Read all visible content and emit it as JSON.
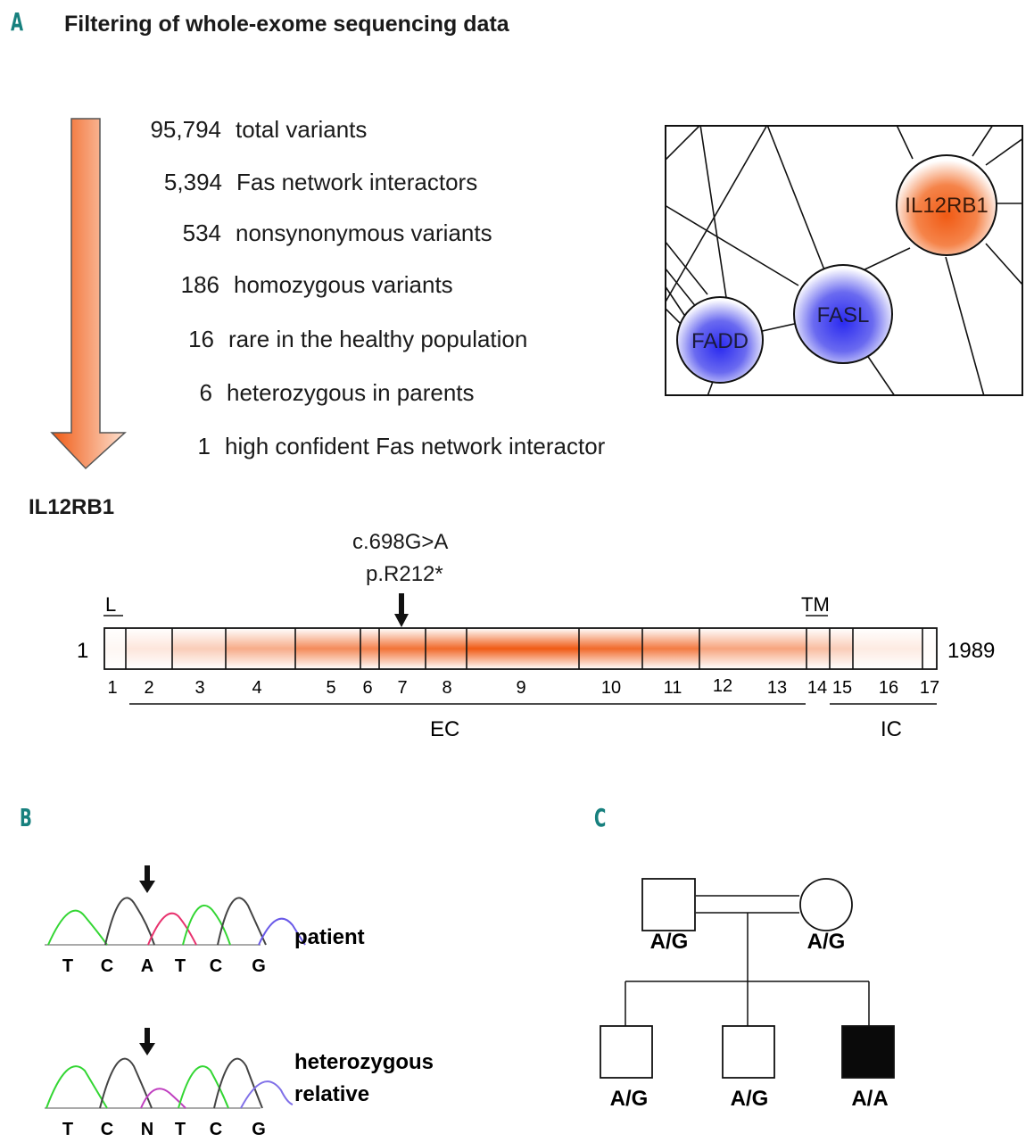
{
  "panelA": {
    "letter": "A",
    "title": "Filtering of whole-exome sequencing data",
    "steps": [
      {
        "count": "95,794",
        "label": "total variants"
      },
      {
        "count": "5,394",
        "label": "Fas network interactors"
      },
      {
        "count": "534",
        "label": "nonsynonymous variants"
      },
      {
        "count": "186",
        "label": "homozygous variants"
      },
      {
        "count": "16",
        "label": "rare in the healthy population"
      },
      {
        "count": "6",
        "label": "heterozygous in parents"
      },
      {
        "count": "1",
        "label": "high confident Fas network interactor"
      }
    ],
    "arrow_color": "#f4733a",
    "network": {
      "nodes": [
        {
          "label": "IL12RB1",
          "color": "#f05a14"
        },
        {
          "label": "FASL",
          "color": "#3a3ae8"
        },
        {
          "label": "FADD",
          "color": "#3a3ae8"
        }
      ]
    },
    "gene": {
      "name": "IL12RB1",
      "mutation_cdna": "c.698G>A",
      "mutation_protein": "p.R212*",
      "start_label": "1",
      "end_label": "1989",
      "exons": [
        "1",
        "2",
        "3",
        "4",
        "5",
        "6",
        "7",
        "8",
        "9",
        "10",
        "11",
        "12",
        "13",
        "14",
        "15",
        "16",
        "17"
      ],
      "mutation_exon": "7",
      "domains": {
        "L": "L",
        "TM": "TM",
        "EC": "EC",
        "IC": "IC"
      }
    }
  },
  "panelB": {
    "letter": "B",
    "traces": [
      {
        "label_lines": [
          "patient"
        ],
        "bases": [
          "T",
          "C",
          "A",
          "T",
          "C",
          "G"
        ]
      },
      {
        "label_lines": [
          "heterozygous",
          "relative"
        ],
        "bases": [
          "T",
          "C",
          "N",
          "T",
          "C",
          "G"
        ]
      }
    ]
  },
  "panelC": {
    "letter": "C",
    "parents": [
      {
        "sex": "male",
        "genotype": "A/G",
        "affected": false
      },
      {
        "sex": "female",
        "genotype": "A/G",
        "affected": false
      }
    ],
    "children": [
      {
        "sex": "male",
        "genotype": "A/G",
        "affected": false
      },
      {
        "sex": "male",
        "genotype": "A/G",
        "affected": false
      },
      {
        "sex": "male",
        "genotype": "A/A",
        "affected": true
      }
    ]
  }
}
